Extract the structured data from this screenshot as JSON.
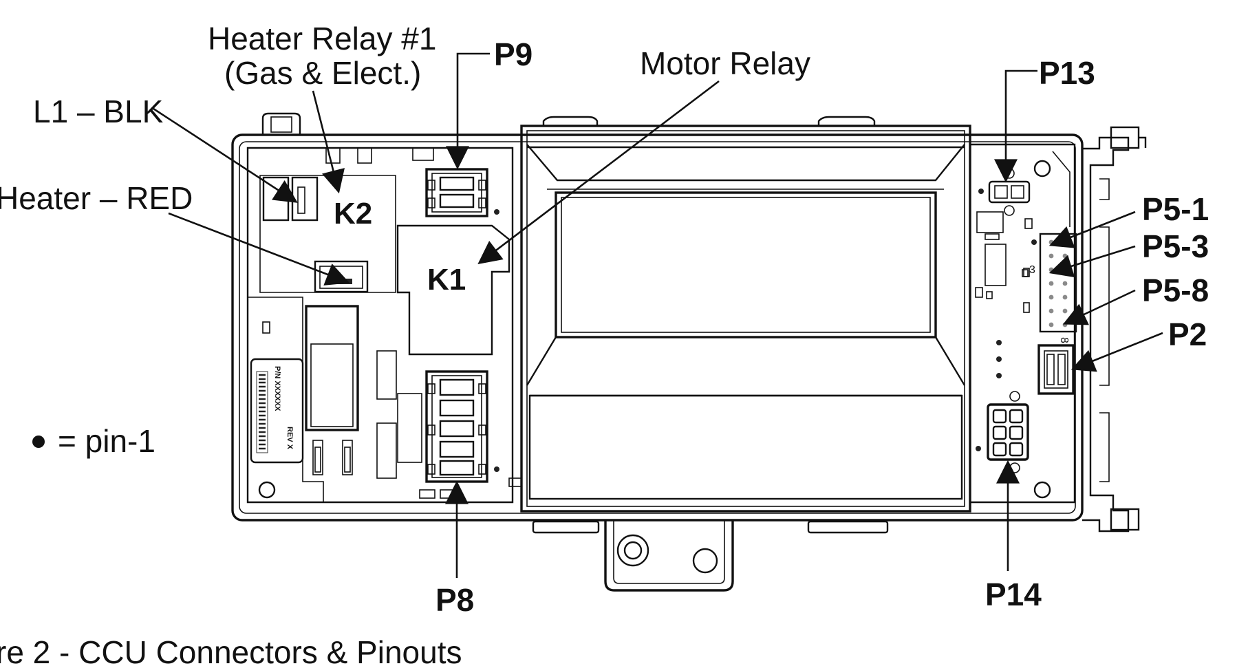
{
  "diagram": {
    "labels": {
      "heater_relay_line1": "Heater Relay #1",
      "heater_relay_line2": "(Gas & Elect.)",
      "p9": "P9",
      "motor_relay": "Motor Relay",
      "p13": "P13",
      "l1_blk": "L1 – BLK",
      "heater_red": "Heater – RED",
      "k2": "K2",
      "k1": "K1",
      "p5_1": "P5-1",
      "p5_3": "P5-3",
      "p5_8": "P5-8",
      "p2": "P2",
      "pin1_legend": "= pin-1",
      "p8": "P8",
      "p14": "P14",
      "p5_pin_3": "3",
      "p5_pin_8": "8",
      "board_text_1": "P/N XXXXXX",
      "board_text_2": "REV X"
    },
    "caption": "re 2 - CCU Connectors & Pinouts"
  },
  "colors": {
    "ink": "#111111",
    "pin_gray": "#8a8a8a",
    "background": "#ffffff"
  }
}
